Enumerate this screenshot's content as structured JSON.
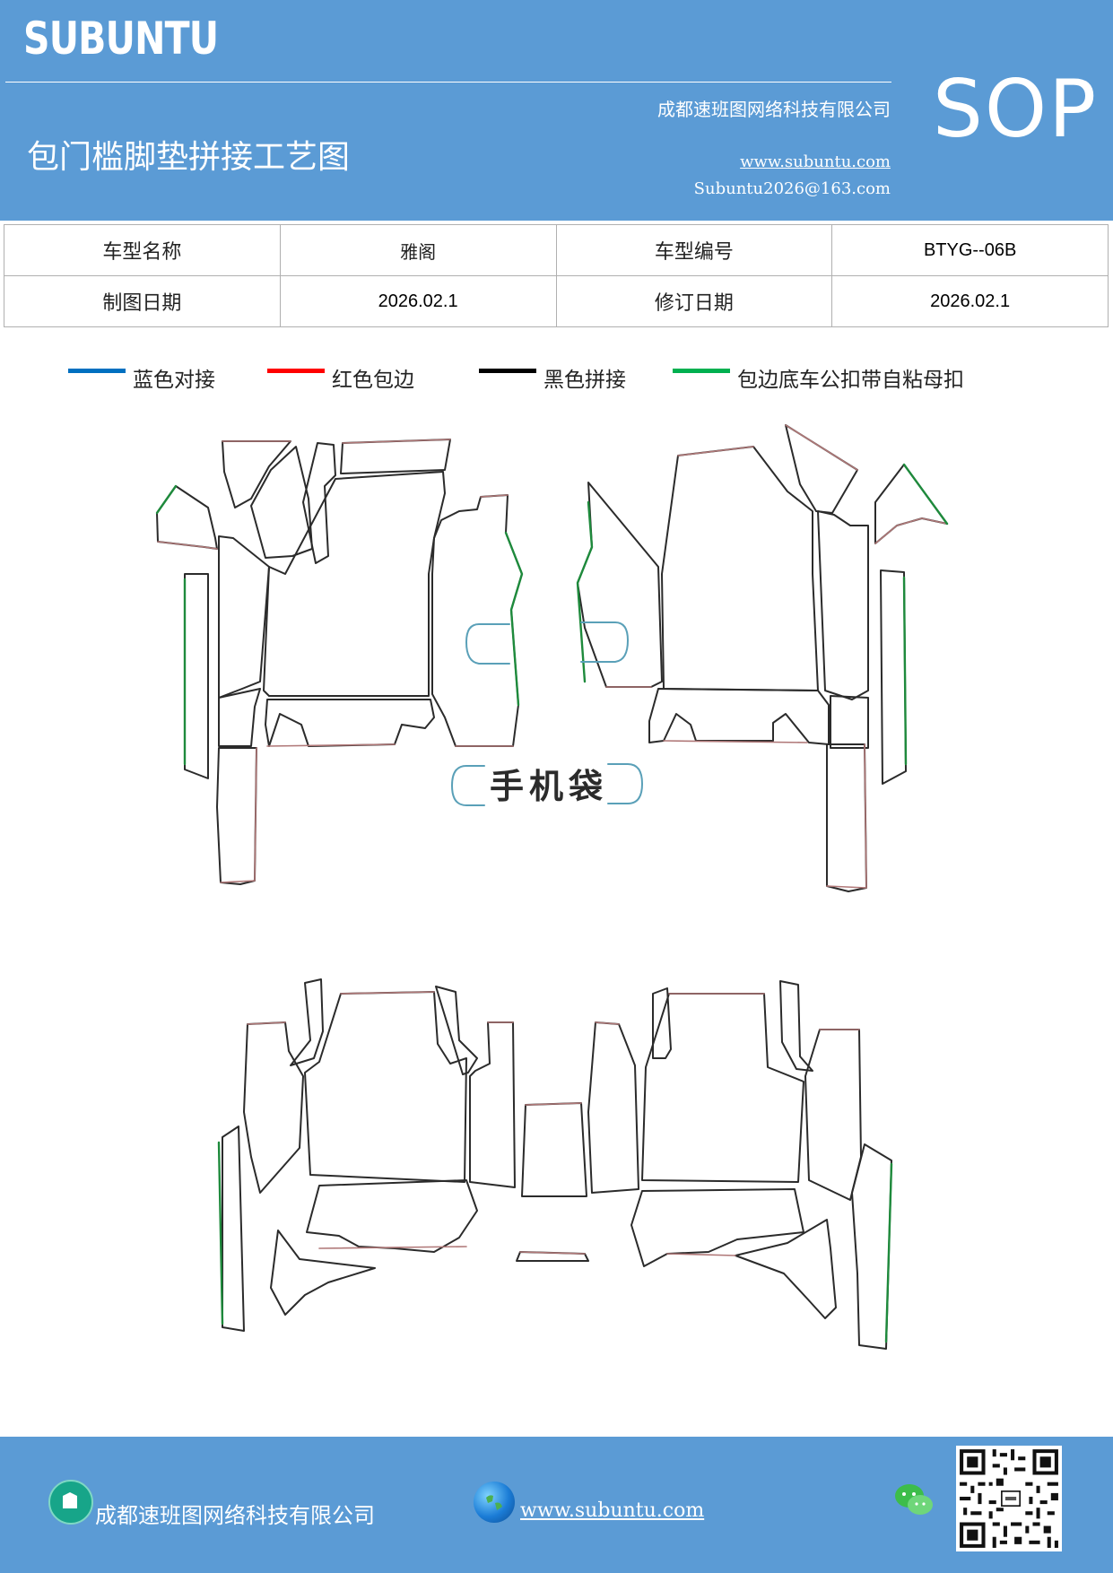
{
  "header": {
    "brand": "SUBUNTU",
    "company": "成都速班图网络科技有限公司",
    "title": "包门槛脚垫拼接工艺图",
    "website": "www.subuntu.com",
    "email": "Subuntu2026@163.com",
    "badge": "SOP"
  },
  "info_table": {
    "model_name_label": "车型名称",
    "model_name_value": "雅阁",
    "model_code_label": "车型编号",
    "model_code_value": "BTYG--06B",
    "draw_date_label": "制图日期",
    "draw_date_value": "2026.02.1",
    "revise_date_label": "修订日期",
    "revise_date_value": "2026.02.1"
  },
  "legend": [
    {
      "label": "蓝色对接",
      "color": "#0070c0"
    },
    {
      "label": "红色包边",
      "color": "#ff0000"
    },
    {
      "label": "黑色拼接",
      "color": "#000000"
    },
    {
      "label": "包边底车公扣带自粘母扣",
      "color": "#00b050"
    }
  ],
  "drawing": {
    "phone_pocket_label": "手机袋",
    "colors": {
      "outline": "#2b2b2b",
      "edge": "#b07878",
      "seam": "#5aa0b8",
      "green": "#1e8a3c"
    }
  },
  "footer": {
    "company": "成都速班图网络科技有限公司",
    "website": "www.subuntu.com"
  }
}
